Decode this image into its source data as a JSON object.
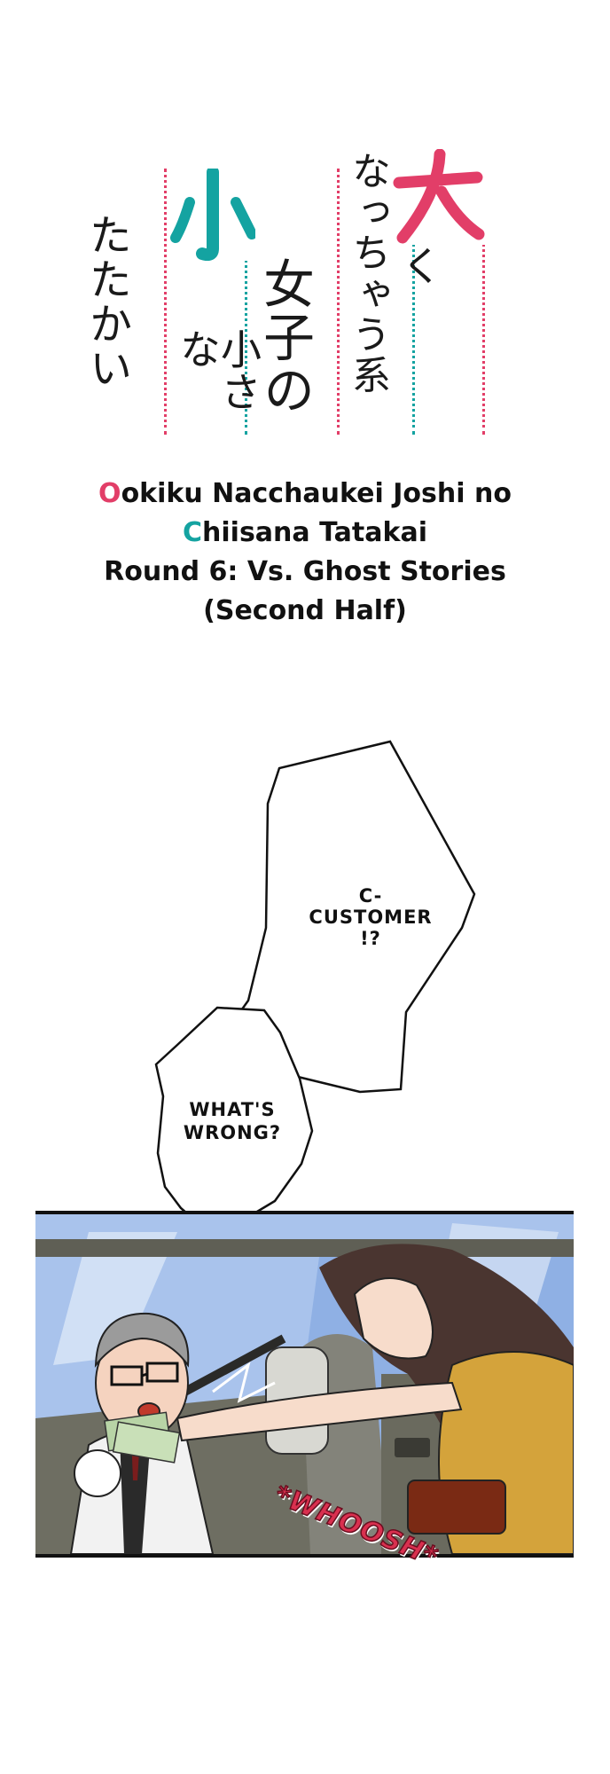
{
  "logo": {
    "col1": "大きく",
    "col2": "なっちゃう系",
    "col3": "女子の",
    "col4": "小さな",
    "col5": "たたかい",
    "colors": {
      "accent_pink": "#e23e68",
      "accent_teal": "#14a3a1",
      "ink": "#1a1a1a"
    }
  },
  "title": {
    "line1_cap": "O",
    "line1_rest": "okiku Nacchaukei Joshi no",
    "line2_cap": "C",
    "line2_rest": "hiisana Tatakai",
    "line3": "Round 6: Vs. Ghost Stories",
    "line4": "(Second Half)"
  },
  "bubbles": {
    "top_line1": "C-",
    "top_line2": "CUSTOMER",
    "top_line3": "!?",
    "bottom_line1": "WHAT'S",
    "bottom_line2": "WRONG?"
  },
  "panel": {
    "sfx": "*WHOOSH*",
    "colors": {
      "sky": "#8fb0e4",
      "car_interior": "#6e6e62",
      "dress": "#d4a33b",
      "hair": "#4a3530",
      "money": "#b8d4a6"
    }
  }
}
